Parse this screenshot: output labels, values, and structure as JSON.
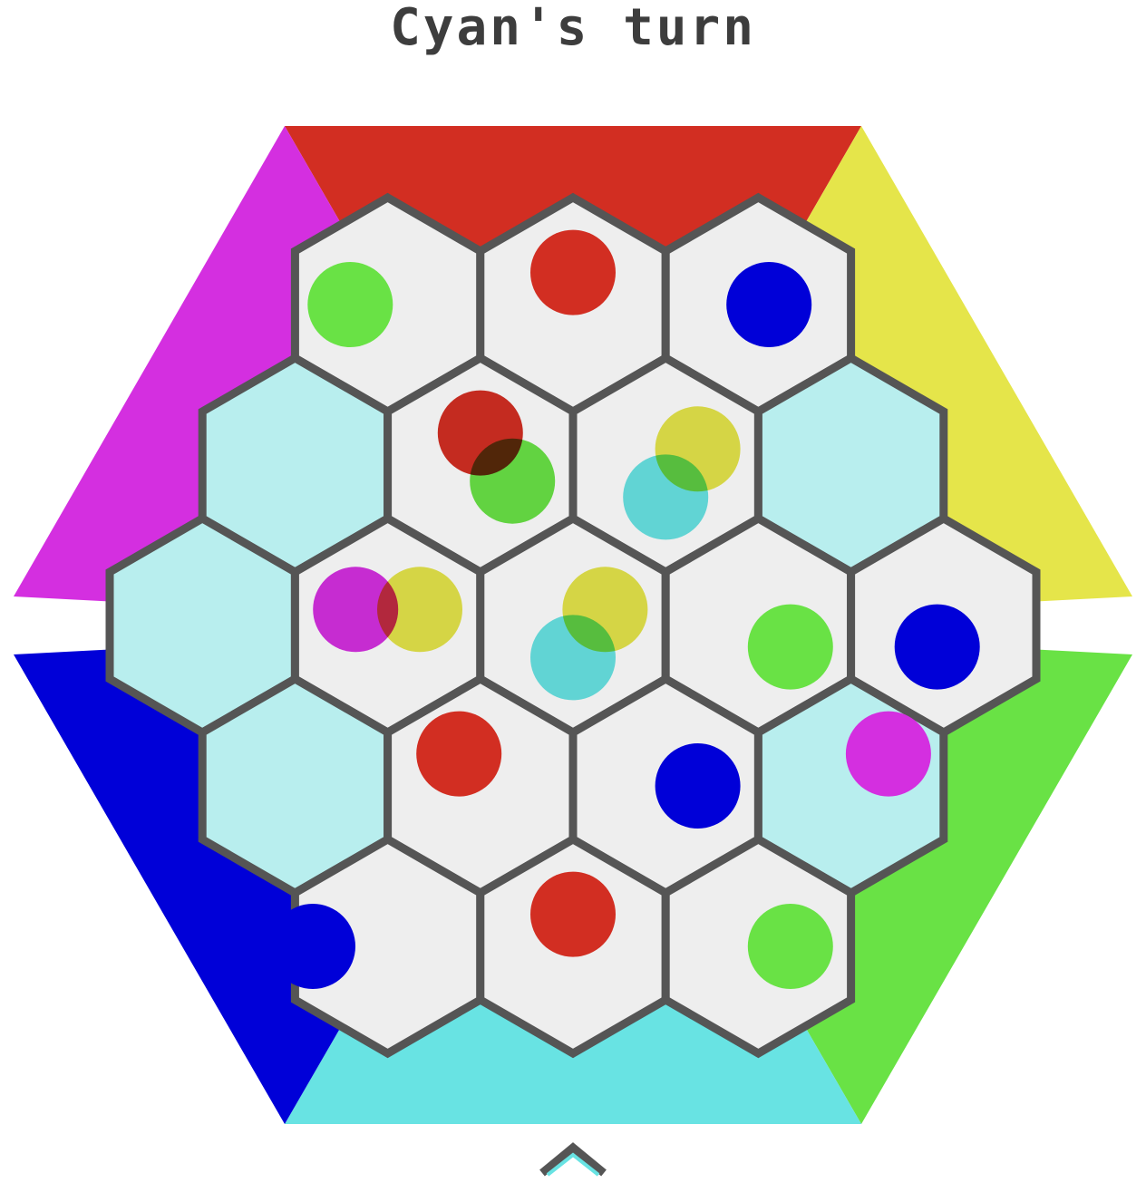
{
  "title": "Cyan's turn",
  "colors": {
    "red": "#d22e22",
    "yellow": "#e5e54a",
    "green": "#69e245",
    "cyan": "#68e3e3",
    "blue": "#0000d8",
    "magenta": "#d42fe0",
    "cell": "#eeeeee",
    "cell_highlight": "#b8eeee",
    "outline": "#555555"
  },
  "player_zones": [
    {
      "player": "red",
      "side": "top"
    },
    {
      "player": "yellow",
      "side": "top-right"
    },
    {
      "player": "green",
      "side": "bottom-right"
    },
    {
      "player": "cyan",
      "side": "bottom"
    },
    {
      "player": "blue",
      "side": "bottom-left"
    },
    {
      "player": "magenta",
      "side": "top-left"
    }
  ],
  "current_player": "cyan",
  "cells": [
    {
      "q": 0,
      "r": -2,
      "highlight": false,
      "pieces": [
        "green"
      ]
    },
    {
      "q": 1,
      "r": -2,
      "highlight": false,
      "pieces": [
        "red"
      ]
    },
    {
      "q": 2,
      "r": -2,
      "highlight": false,
      "pieces": [
        "blue"
      ]
    },
    {
      "q": -1,
      "r": -1,
      "highlight": true,
      "pieces": []
    },
    {
      "q": 0,
      "r": -1,
      "highlight": false,
      "pieces": [
        "red",
        "green"
      ]
    },
    {
      "q": 1,
      "r": -1,
      "highlight": false,
      "pieces": [
        "yellow",
        "cyan"
      ]
    },
    {
      "q": 2,
      "r": -1,
      "highlight": true,
      "pieces": []
    },
    {
      "q": -2,
      "r": 0,
      "highlight": true,
      "pieces": []
    },
    {
      "q": -1,
      "r": 0,
      "highlight": false,
      "pieces": [
        "magenta",
        "yellow"
      ]
    },
    {
      "q": 0,
      "r": 0,
      "highlight": false,
      "pieces": [
        "yellow",
        "cyan"
      ]
    },
    {
      "q": 1,
      "r": 0,
      "highlight": false,
      "pieces": [
        "green"
      ]
    },
    {
      "q": 2,
      "r": 0,
      "highlight": false,
      "pieces": [
        "blue"
      ]
    },
    {
      "q": -2,
      "r": 1,
      "highlight": true,
      "pieces": []
    },
    {
      "q": -1,
      "r": 1,
      "highlight": false,
      "pieces": [
        "red"
      ]
    },
    {
      "q": 0,
      "r": 1,
      "highlight": false,
      "pieces": [
        "blue"
      ]
    },
    {
      "q": 1,
      "r": 1,
      "highlight": true,
      "pieces": [
        "magenta"
      ]
    },
    {
      "q": -2,
      "r": 2,
      "highlight": false,
      "pieces": [
        "blue"
      ]
    },
    {
      "q": -1,
      "r": 2,
      "highlight": false,
      "pieces": [
        "red"
      ]
    },
    {
      "q": 0,
      "r": 2,
      "highlight": false,
      "pieces": [
        "green"
      ]
    }
  ],
  "controls": {
    "expand_icon": "chevron-up-icon"
  }
}
